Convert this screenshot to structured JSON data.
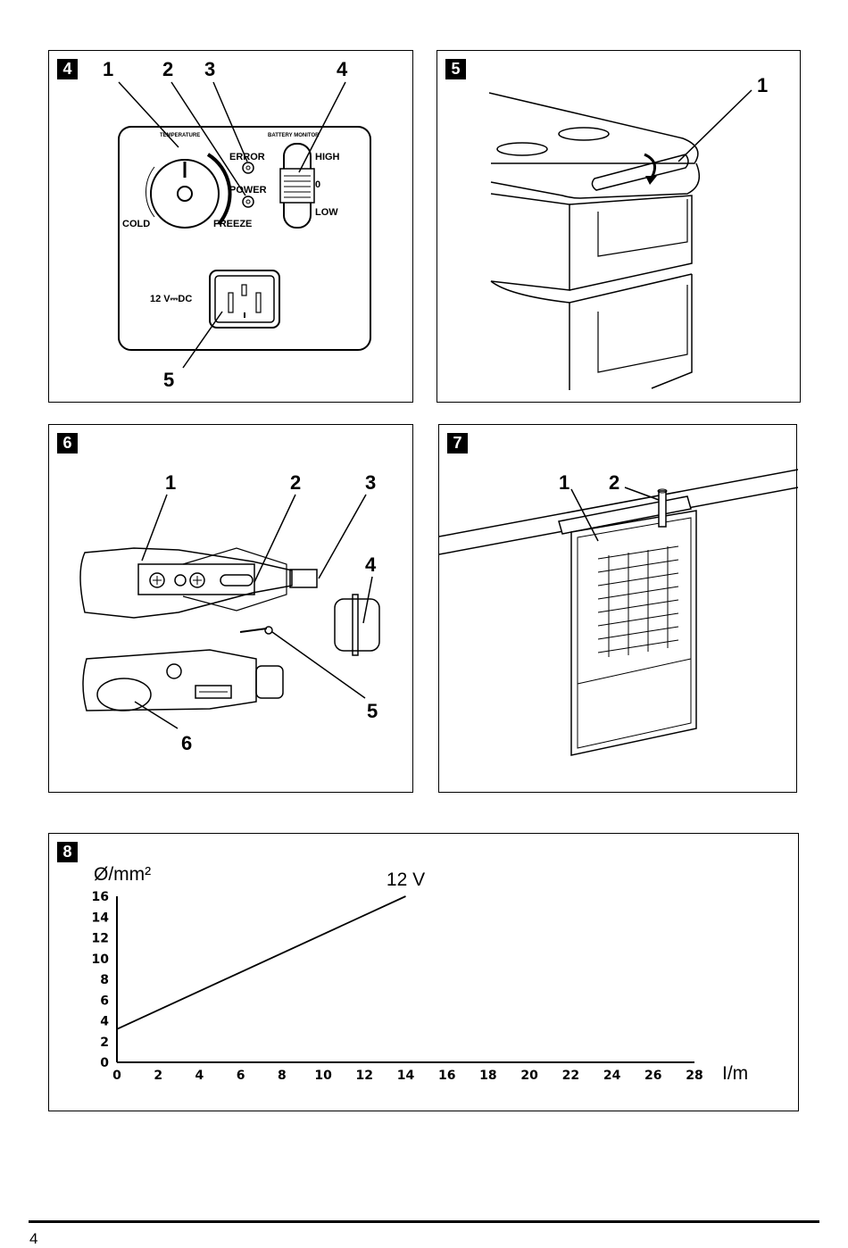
{
  "fig4": {
    "badge": "4",
    "callouts": [
      "1",
      "2",
      "3",
      "4",
      "5"
    ],
    "temperature_label": "TEMPERATURE",
    "battery_monitor_label": "BATTERY MONITOR",
    "error_label": "ERROR",
    "power_label": "POWER",
    "cold_label": "COLD",
    "freeze_label": "FREEZE",
    "high_label": "HIGH",
    "zero_label": "0",
    "low_label": "LOW",
    "voltage_label": "12 V⎓DC"
  },
  "fig5": {
    "badge": "5",
    "callouts": [
      "1"
    ]
  },
  "fig6": {
    "badge": "6",
    "callouts": [
      "1",
      "2",
      "3",
      "4",
      "5",
      "6"
    ]
  },
  "fig7": {
    "badge": "7",
    "callouts": [
      "1",
      "2"
    ]
  },
  "fig8": {
    "badge": "8",
    "chart_data": {
      "type": "line",
      "ylabel": "Ø/mm²",
      "xlabel": "I/m",
      "x_ticks": [
        "0",
        "2",
        "4",
        "6",
        "8",
        "10",
        "12",
        "14",
        "16",
        "18",
        "20",
        "22",
        "24",
        "26",
        "28"
      ],
      "y_ticks": [
        "0",
        "2",
        "4",
        "6",
        "8",
        "10",
        "12",
        "14",
        "16"
      ],
      "xlim": [
        0,
        28
      ],
      "ylim": [
        0,
        16
      ],
      "grid": false,
      "series": [
        {
          "name": "12 V",
          "x": [
            0,
            14
          ],
          "y": [
            3.2,
            16
          ]
        }
      ]
    }
  },
  "page_number": "4"
}
